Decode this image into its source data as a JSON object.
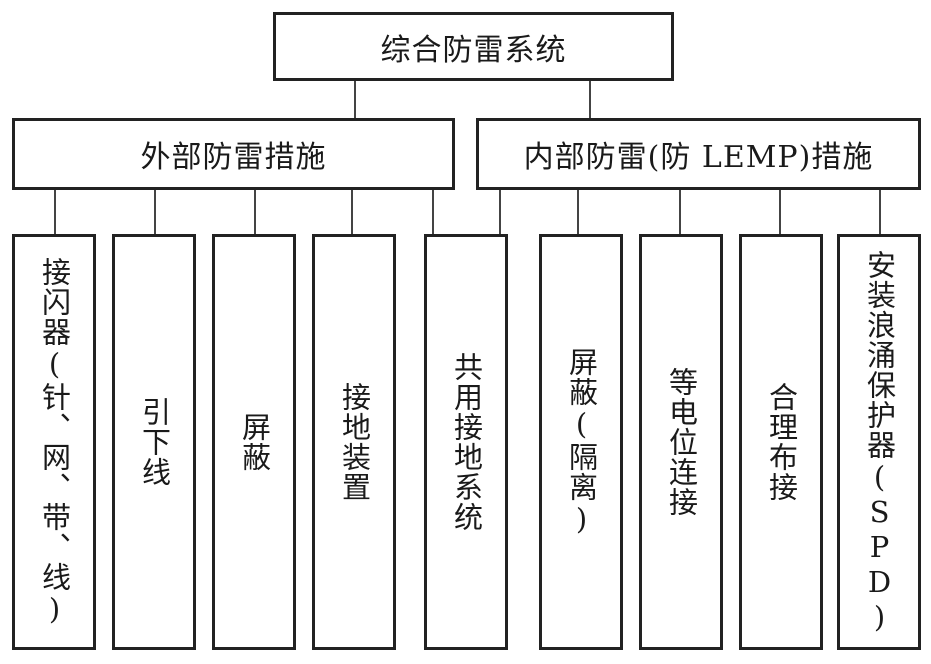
{
  "root": {
    "label": "综合防雷系统"
  },
  "external": {
    "label": "外部防雷措施",
    "items": [
      {
        "label": "接闪器(针、网、带、线)"
      },
      {
        "label": "引下线"
      },
      {
        "label": "屏蔽"
      },
      {
        "label": "接地装置"
      }
    ]
  },
  "shared": {
    "label": "共用接地系统"
  },
  "internal": {
    "label": "内部防雷(防 LEMP)措施",
    "items": [
      {
        "label": "屏蔽(隔离)"
      },
      {
        "label": "等电位连接"
      },
      {
        "label": "合理布接"
      },
      {
        "label": "安装浪涌保护器(SPD)"
      }
    ]
  }
}
